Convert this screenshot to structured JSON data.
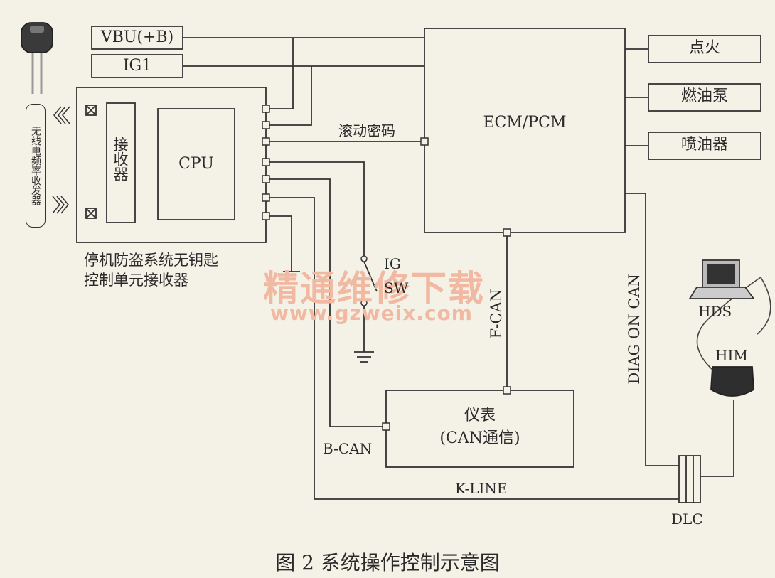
{
  "labels": {
    "vbu": "VBU(+B)",
    "ig1": "IG1",
    "ecm": "ECM/PCM",
    "ignition": "点火",
    "fuel_pump": "燃油泵",
    "injector": "喷油器",
    "cpu": "CPU",
    "receiver": "接收器",
    "rf_transceiver": "无线电频率收发器",
    "unit_line1": "停机防盗系统无钥匙",
    "unit_line2": "控制单元接收器",
    "rolling_code": "滚动密码",
    "ig_sw_1": "IG",
    "ig_sw_2": "SW",
    "f_can": "F-CAN",
    "diag_on_can": "DIAG ON CAN",
    "meter_line1": "仪表",
    "meter_line2": "(CAN通信)",
    "b_can": "B-CAN",
    "k_line": "K-LINE",
    "hds": "HDS",
    "him": "HIM",
    "dlc": "DLC"
  },
  "watermark": {
    "line1": "精通维修下载",
    "line2": "www.gzweix.com"
  },
  "caption": "图 2  系统操作控制示意图"
}
